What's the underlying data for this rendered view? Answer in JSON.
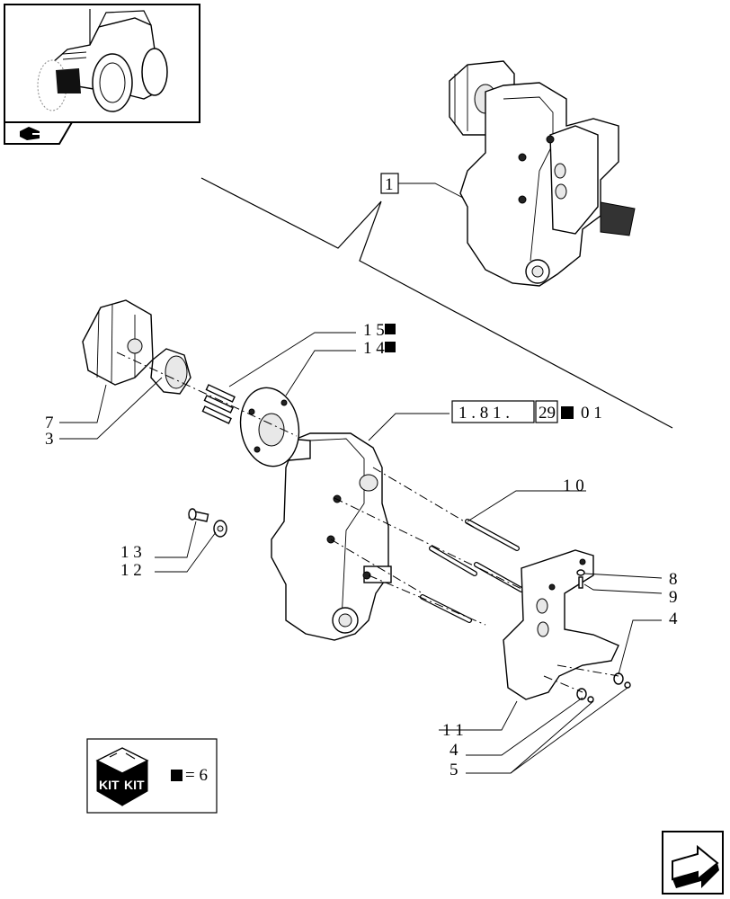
{
  "callouts": {
    "c1": "1",
    "c3": "3",
    "c4a": "4",
    "c4b": "4",
    "c5": "5",
    "c7": "7",
    "c8": "8",
    "c9": "9",
    "c10": "1 0",
    "c11": "1 1",
    "c12": "1 2",
    "c13": "1 3",
    "c14": "1 4",
    "c15": "1 5"
  },
  "reference": {
    "part1": "1 . 8 1 .",
    "part2": "29",
    "part3": "0 1"
  },
  "kit_box": {
    "kit_left": "KIT",
    "kit_right": "KIT",
    "equals_text": "= 6"
  },
  "icons": {
    "tractor": "tractor-thumbnail",
    "section": "section-arrow-icon",
    "navigate": "next-page-arrow-icon"
  }
}
